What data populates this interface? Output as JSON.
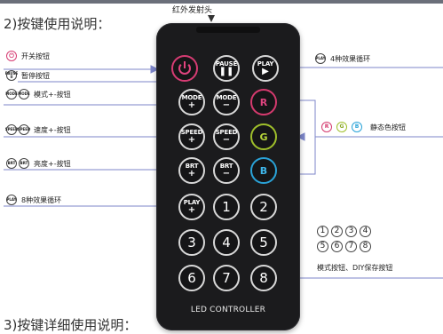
{
  "headings": {
    "section2": "2)按键使用说明：",
    "section3": "3)按键详细使用说明："
  },
  "ir_label": "红外发射头",
  "remote": {
    "power_icon": "power-icon",
    "pause": {
      "top": "PAUSE",
      "sym": "❚❚"
    },
    "play": {
      "top": "PLAY",
      "sym": "▶"
    },
    "mode_plus": {
      "top": "MODE",
      "sym": "+"
    },
    "mode_minus": {
      "top": "MODE",
      "sym": "−"
    },
    "speed_plus": {
      "top": "SPEED",
      "sym": "+"
    },
    "speed_minus": {
      "top": "SPEED",
      "sym": "−"
    },
    "brt_plus": {
      "top": "BRT",
      "sym": "+"
    },
    "brt_minus": {
      "top": "BRT",
      "sym": "−"
    },
    "play_plus": {
      "top": "PLAY",
      "sym": "+"
    },
    "r": "R",
    "g": "G",
    "b": "B",
    "numbers": [
      "1",
      "2",
      "3",
      "4",
      "5",
      "6",
      "7",
      "8"
    ],
    "brand": "LED CONTROLLER"
  },
  "callouts": {
    "power": "开关按钮",
    "pause": "暂停按钮",
    "mode": "模式+-按钮",
    "speed": "速度+-按钮",
    "brightness": "亮度+-按钮",
    "play8": "8种效果循环",
    "play4": "4种效果循环",
    "static_color": "静态色按钮",
    "mode_diy": "模式按钮、DIY保存按钮"
  },
  "mini": {
    "power": "⏻",
    "pause_top": "PAUSE",
    "pause_sym": "II",
    "mode": "MODE",
    "speed": "SPEED",
    "brt": "BRT",
    "play": "PLAY",
    "r": "R",
    "g": "G",
    "b": "B",
    "numbers": [
      "1",
      "2",
      "3",
      "4",
      "5",
      "6",
      "7",
      "8"
    ]
  },
  "colors": {
    "accent_pink": "#e0447f",
    "accent_green": "#b8d63a",
    "accent_blue": "#3fb6ea",
    "remote_body": "#1b1b1d",
    "callout_line": "#7d86c9"
  }
}
